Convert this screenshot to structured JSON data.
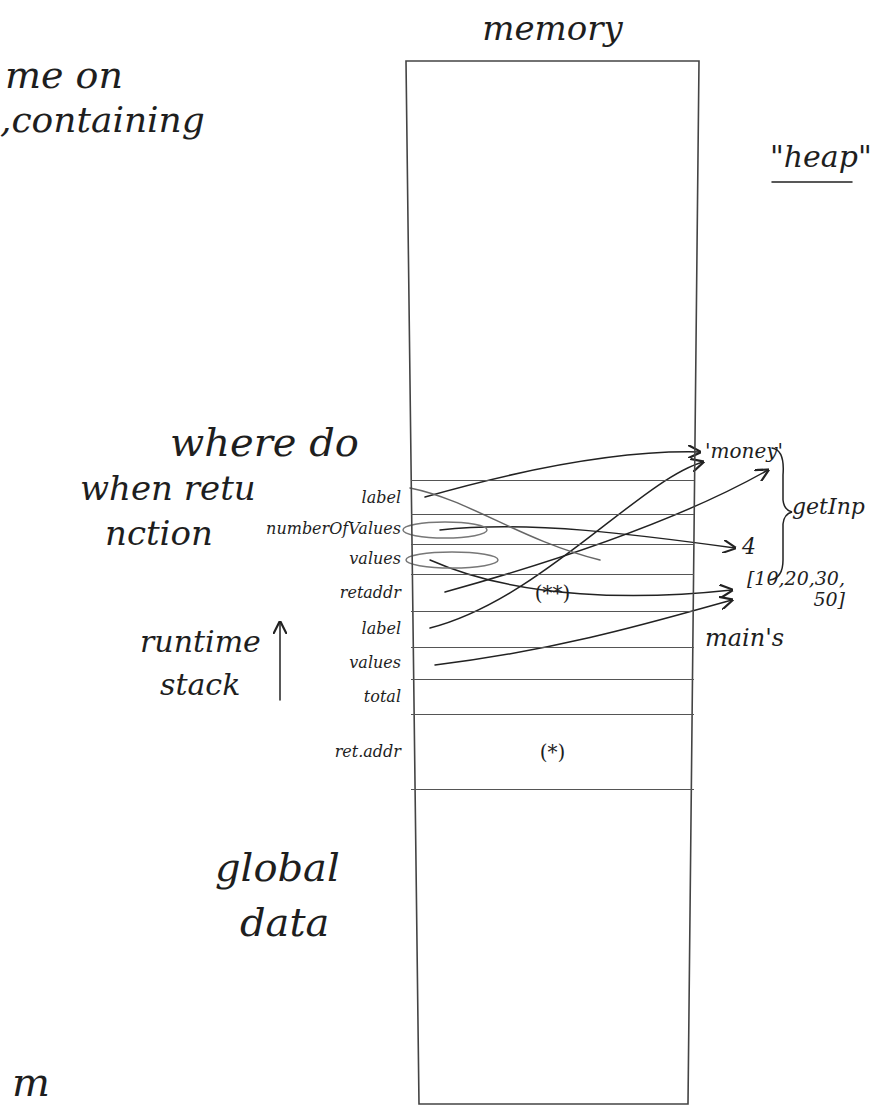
{
  "diagram": {
    "nodes": [
      {
        "text": [
          "memory"
        ]
      },
      {
        "text": [
          "label"
        ],
        "in": 0
      },
      {
        "text": [
          "numberOfValues"
        ],
        "in": 0
      },
      {
        "text": [
          "values"
        ],
        "in": 0
      },
      {
        "text": [
          "retaddr",
          "(**)"
        ],
        "in": 0
      },
      {
        "text": [
          "label"
        ],
        "in": 0
      },
      {
        "text": [
          "values"
        ],
        "in": 0
      },
      {
        "text": [
          "total"
        ],
        "in": 0
      },
      {
        "text": [
          "ret.addr",
          "(*)"
        ],
        "in": 0
      }
    ],
    "labels": [
      "me on",
      ",containing",
      "where do",
      "when retu",
      "nction",
      "runtime",
      "stack",
      "global",
      "data",
      "\"heap\"",
      "'money'",
      "getInp",
      "4",
      "[10,20,30, 50]",
      "main's",
      "m"
    ]
  }
}
